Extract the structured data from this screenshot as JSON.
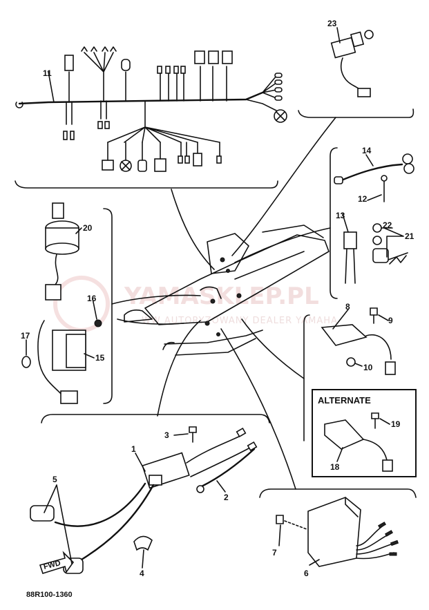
{
  "watermark": {
    "brand": "YAMASKLEP.PL",
    "sub": "WW AUTORYZOWANY DEALER YAMAHA"
  },
  "alternate_box": {
    "title": "ALTERNATE"
  },
  "callouts": {
    "c1": "1",
    "c2": "2",
    "c3": "3",
    "c4": "4",
    "c5": "5",
    "c6": "6",
    "c7": "7",
    "c8": "8",
    "c9": "9",
    "c10": "10",
    "c11": "11",
    "c12": "12",
    "c13": "13",
    "c14": "14",
    "c15": "15",
    "c16": "16",
    "c17": "17",
    "c18": "18",
    "c19": "19",
    "c20": "20",
    "c21": "21",
    "c22": "22",
    "c23": "23"
  },
  "arrow_label": "FWD",
  "drawing_code": "88R100-1360",
  "colors": {
    "ink": "#111111",
    "watermark": "#e8c4c4"
  }
}
